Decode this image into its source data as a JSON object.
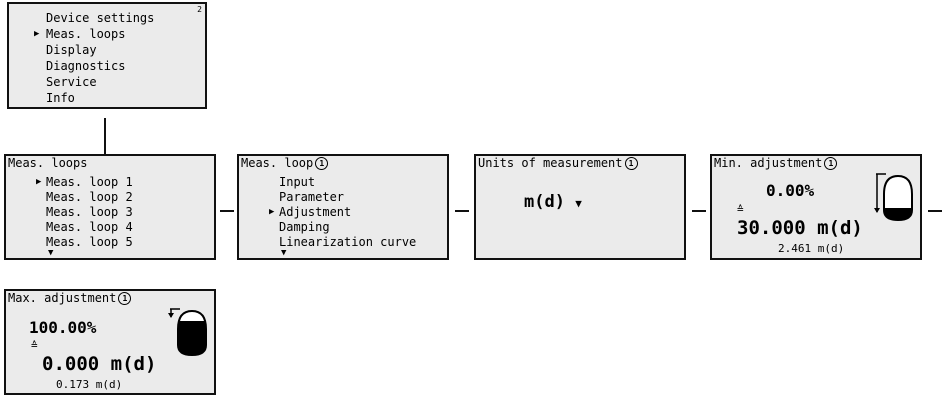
{
  "main_menu": {
    "items": [
      "Device settings",
      "Meas. loops",
      "Display",
      "Diagnostics",
      "Service",
      "Info"
    ],
    "selected_index": 1,
    "superscript": "2"
  },
  "meas_loops": {
    "title": "Meas. loops",
    "items": [
      "Meas. loop 1",
      "Meas. loop 2",
      "Meas. loop 3",
      "Meas. loop 4",
      "Meas. loop 5"
    ],
    "selected_index": 0
  },
  "meas_loop": {
    "title": "Meas. loop",
    "loop_number": "1",
    "items": [
      "Input",
      "Parameter",
      "Adjustment",
      "Damping",
      "Linearization curve"
    ],
    "selected_index": 2
  },
  "units": {
    "title": "Units of measurement",
    "loop_number": "1",
    "value": "m(d)",
    "dropdown_glyph": "▼"
  },
  "min_adjustment": {
    "title": "Min. adjustment",
    "loop_number": "1",
    "percent": "0.00%",
    "corresponds": "≙",
    "level": "30.000 m(d)",
    "measured": "2.461 m(d)",
    "icon": "vessel-empty-icon"
  },
  "max_adjustment": {
    "title": "Max. adjustment",
    "loop_number": "1",
    "percent": "100.00%",
    "corresponds": "≙",
    "level": "0.000 m(d)",
    "measured": "0.173 m(d)",
    "icon": "vessel-full-icon"
  }
}
